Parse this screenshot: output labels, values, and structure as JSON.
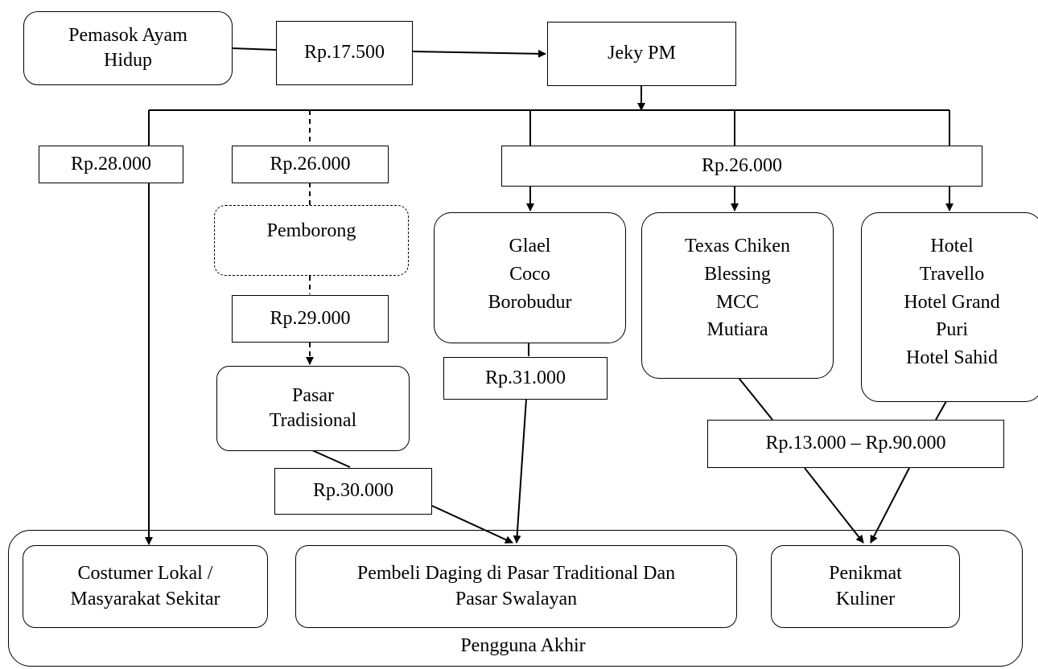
{
  "nodes": {
    "supplier": "Pemasok Ayam\nHidup",
    "price_supplier": "Rp.17.500",
    "jeky": "Jeky PM",
    "price_local": "Rp.28.000",
    "price_wholesaler": "Rp.26.000",
    "price_outlets": "Rp.26.000",
    "wholesaler": "Pemborong",
    "price_market": "Rp.29.000",
    "market": "Pasar\nTradisional",
    "price_buyers_from_market": "Rp.30.000",
    "restaurants": "Glael\nCoco\nBorobudur",
    "price_restaurants": "Rp.31.000",
    "fastfood": "Texas Chiken\nBlessing\nMCC\nMutiara",
    "hotels": "Hotel\nTravello\nHotel Grand\nPuri\nHotel Sahid",
    "price_culinary": "Rp.13.000 – Rp.90.000",
    "local_consumer": "Costumer Lokal /\nMasyarakat Sekitar",
    "meat_buyers": "Pembeli Daging di Pasar Traditional Dan\nPasar Swalayan",
    "culinary_fans": "Penikmat\nKuliner",
    "end_users_label": "Pengguna Akhir"
  }
}
